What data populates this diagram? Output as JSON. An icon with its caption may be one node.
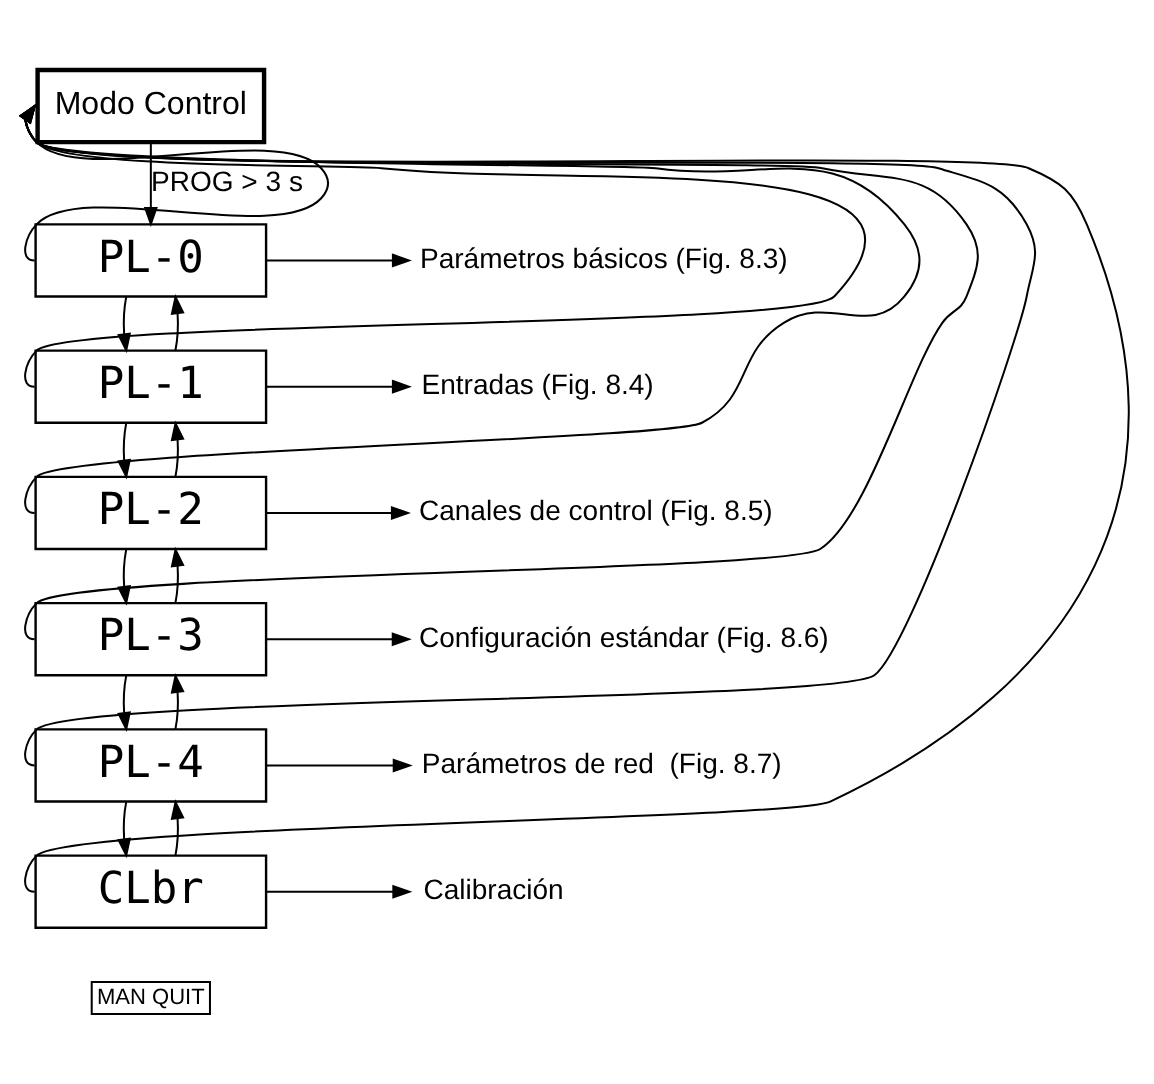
{
  "diagram": {
    "nodes": [
      {
        "text": [
          "Modo Control"
        ]
      },
      {
        "text": [
          "PL-0"
        ]
      },
      {
        "text": [
          "PL-1"
        ]
      },
      {
        "text": [
          "PL-2"
        ]
      },
      {
        "text": [
          "PL-3"
        ]
      },
      {
        "text": [
          "PL-4"
        ]
      },
      {
        "text": [
          "CLbr"
        ]
      },
      {
        "text": [
          "Parámetros básicos (Fig. 8.3)"
        ]
      },
      {
        "text": [
          "Entradas (Fig. 8.4)"
        ]
      },
      {
        "text": [
          "Canales de control (Fig. 8.5)"
        ]
      },
      {
        "text": [
          "Configuración estándar (Fig. 8.6)"
        ]
      },
      {
        "text": [
          "Parámetros de red  (Fig. 8.7)"
        ]
      },
      {
        "text": [
          "Calibración"
        ]
      }
    ],
    "edges": [
      {
        "from": 0,
        "to": 1,
        "arrow": "to",
        "label": "PROG > 3 s"
      },
      {
        "from": 1,
        "to": 7,
        "arrow": "to"
      },
      {
        "from": 1,
        "to": 2,
        "arrow": "to"
      },
      {
        "from": 2,
        "to": 1,
        "arrow": "to"
      },
      {
        "from": 2,
        "to": 8,
        "arrow": "to"
      },
      {
        "from": 2,
        "to": 3,
        "arrow": "to"
      },
      {
        "from": 3,
        "to": 2,
        "arrow": "to"
      },
      {
        "from": 3,
        "to": 9,
        "arrow": "to"
      },
      {
        "from": 3,
        "to": 4,
        "arrow": "to"
      },
      {
        "from": 4,
        "to": 3,
        "arrow": "to"
      },
      {
        "from": 4,
        "to": 10,
        "arrow": "to"
      },
      {
        "from": 4,
        "to": 5,
        "arrow": "to"
      },
      {
        "from": 5,
        "to": 4,
        "arrow": "to"
      },
      {
        "from": 5,
        "to": 11,
        "arrow": "to"
      },
      {
        "from": 5,
        "to": 6,
        "arrow": "to"
      },
      {
        "from": 6,
        "to": 5,
        "arrow": "to"
      },
      {
        "from": 6,
        "to": 12,
        "arrow": "to"
      },
      {
        "from": 1,
        "to": 0,
        "arrow": "to"
      },
      {
        "from": 2,
        "to": 0,
        "arrow": "to"
      },
      {
        "from": 3,
        "to": 0,
        "arrow": "to"
      },
      {
        "from": 4,
        "to": 0,
        "arrow": "to"
      },
      {
        "from": 5,
        "to": 0,
        "arrow": "to"
      },
      {
        "from": 6,
        "to": 0,
        "arrow": "to"
      }
    ],
    "labels": [
      "MAN QUIT"
    ]
  }
}
